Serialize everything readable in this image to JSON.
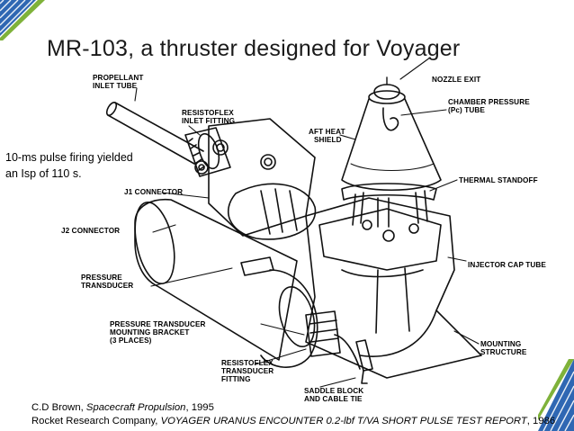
{
  "slide": {
    "title": "MR-103, a thruster designed for Voyager",
    "note_line1": "10-ms pulse firing yielded",
    "note_line2": "an Isp of 110 s.",
    "credit_line1_prefix": "C.D Brown, ",
    "credit_line1_book": "Spacecraft Propulsion",
    "credit_line1_suffix": ", 1995",
    "credit_line2_prefix": "Rocket Research Company, ",
    "credit_line2_report": "VOYAGER URANUS ENCOUNTER 0.2-lbf T/VA SHORT PULSE TEST REPORT",
    "credit_line2_suffix": ", 1986"
  },
  "labels": {
    "propellant_1": "PROPELLANT",
    "propellant_2": "INLET TUBE",
    "resistoflex_inlet_1": "RESISTOFLEX",
    "resistoflex_inlet_2": "INLET FITTING",
    "aft_heat_1": "AFT HEAT",
    "aft_heat_2": "SHIELD",
    "nozzle_exit": "NOZZLE EXIT",
    "chamber_1": "CHAMBER PRESSURE",
    "chamber_2": "(Pc) TUBE",
    "thermal": "THERMAL STANDOFF",
    "j1": "J1 CONNECTOR",
    "j2": "J2 CONNECTOR",
    "injector": "INJECTOR CAP TUBE",
    "pressure_transducer_1": "PRESSURE",
    "pressure_transducer_2": "TRANSDUCER",
    "bracket_1": "PRESSURE TRANSDUCER",
    "bracket_2": "MOUNTING BRACKET",
    "bracket_3": "(3 PLACES)",
    "mounting_1": "MOUNTING",
    "mounting_2": "STRUCTURE",
    "res_trans_1": "RESISTOFLEX",
    "res_trans_2": "TRANSDUCER",
    "res_trans_3": "FITTING",
    "saddle_1": "SADDLE BLOCK",
    "saddle_2": "AND CABLE TIE"
  },
  "colors": {
    "corner_blue": "#2f67b3",
    "corner_green": "#7fb23a",
    "ink": "#111111"
  }
}
